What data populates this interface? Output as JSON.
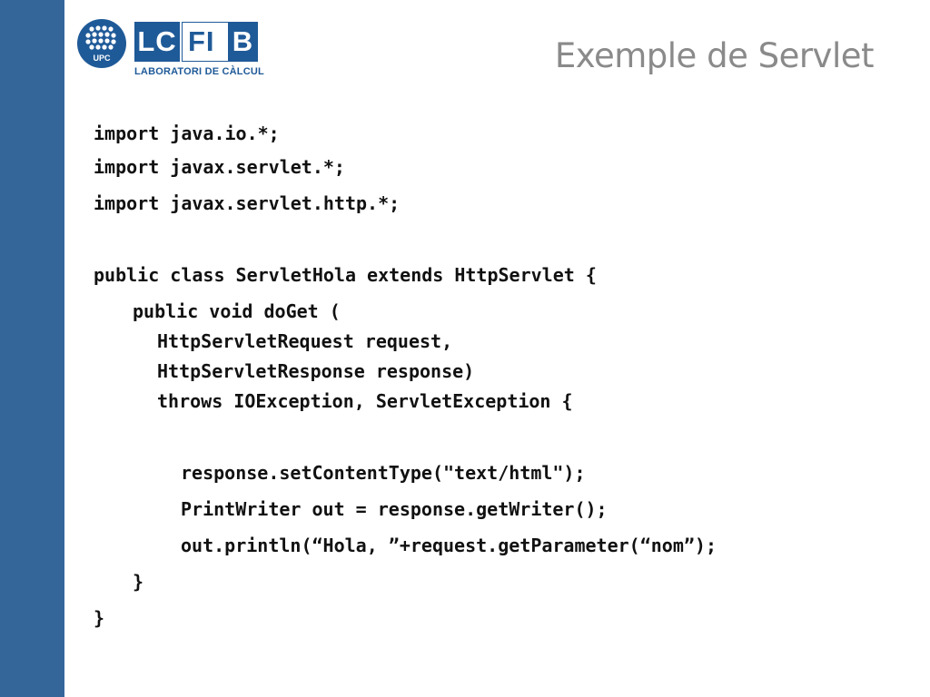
{
  "slide": {
    "title": "Exemple de Servlet",
    "logos": {
      "upc_text": "UPC",
      "lc_text": "LC",
      "fib_fi_text": "FI",
      "fib_b_text": "B",
      "caption": "LABORATORI DE CÀLCUL"
    },
    "code_lines": [
      "import java.io.*;",
      "import javax.servlet.*;",
      "import javax.servlet.http.*;",
      "public class ServletHola extends HttpServlet {",
      "public void doGet (",
      "HttpServletRequest request,",
      "HttpServletResponse response)",
      "throws IOException, ServletException {",
      "response.setContentType(\"text/html\");",
      "PrintWriter out = response.getWriter();",
      "out.println(“Hola, ”+request.getParameter(“nom”);",
      "}",
      "}"
    ]
  },
  "colors": {
    "sidebar": "#34669a",
    "brand_blue": "#1f5a98",
    "title_gray": "#8a8a8a",
    "code_text": "#111111"
  }
}
